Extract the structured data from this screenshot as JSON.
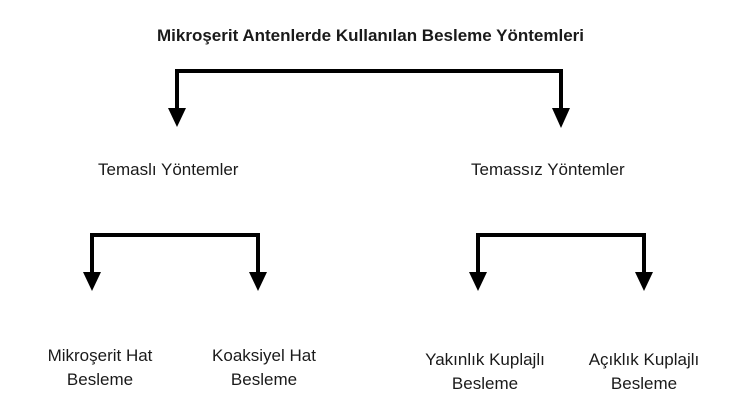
{
  "diagram": {
    "title": "Mikroşerit Antenlerde Kullanılan Besleme Yöntemleri",
    "categories": [
      {
        "label": "Temaslı Yöntemler",
        "children": [
          {
            "line1": "Mikroşerit Hat",
            "line2": "Besleme"
          },
          {
            "line1": "Koaksiyel Hat",
            "line2": "Besleme"
          }
        ]
      },
      {
        "label": "Temassız Yöntemler",
        "children": [
          {
            "line1": "Yakınlık Kuplajlı",
            "line2": "Besleme"
          },
          {
            "line1": "Açıklık Kuplajlı",
            "line2": "Besleme"
          }
        ]
      }
    ],
    "colors": {
      "line": "#000000",
      "text": "#1a1a1a",
      "background": "#ffffff"
    }
  }
}
